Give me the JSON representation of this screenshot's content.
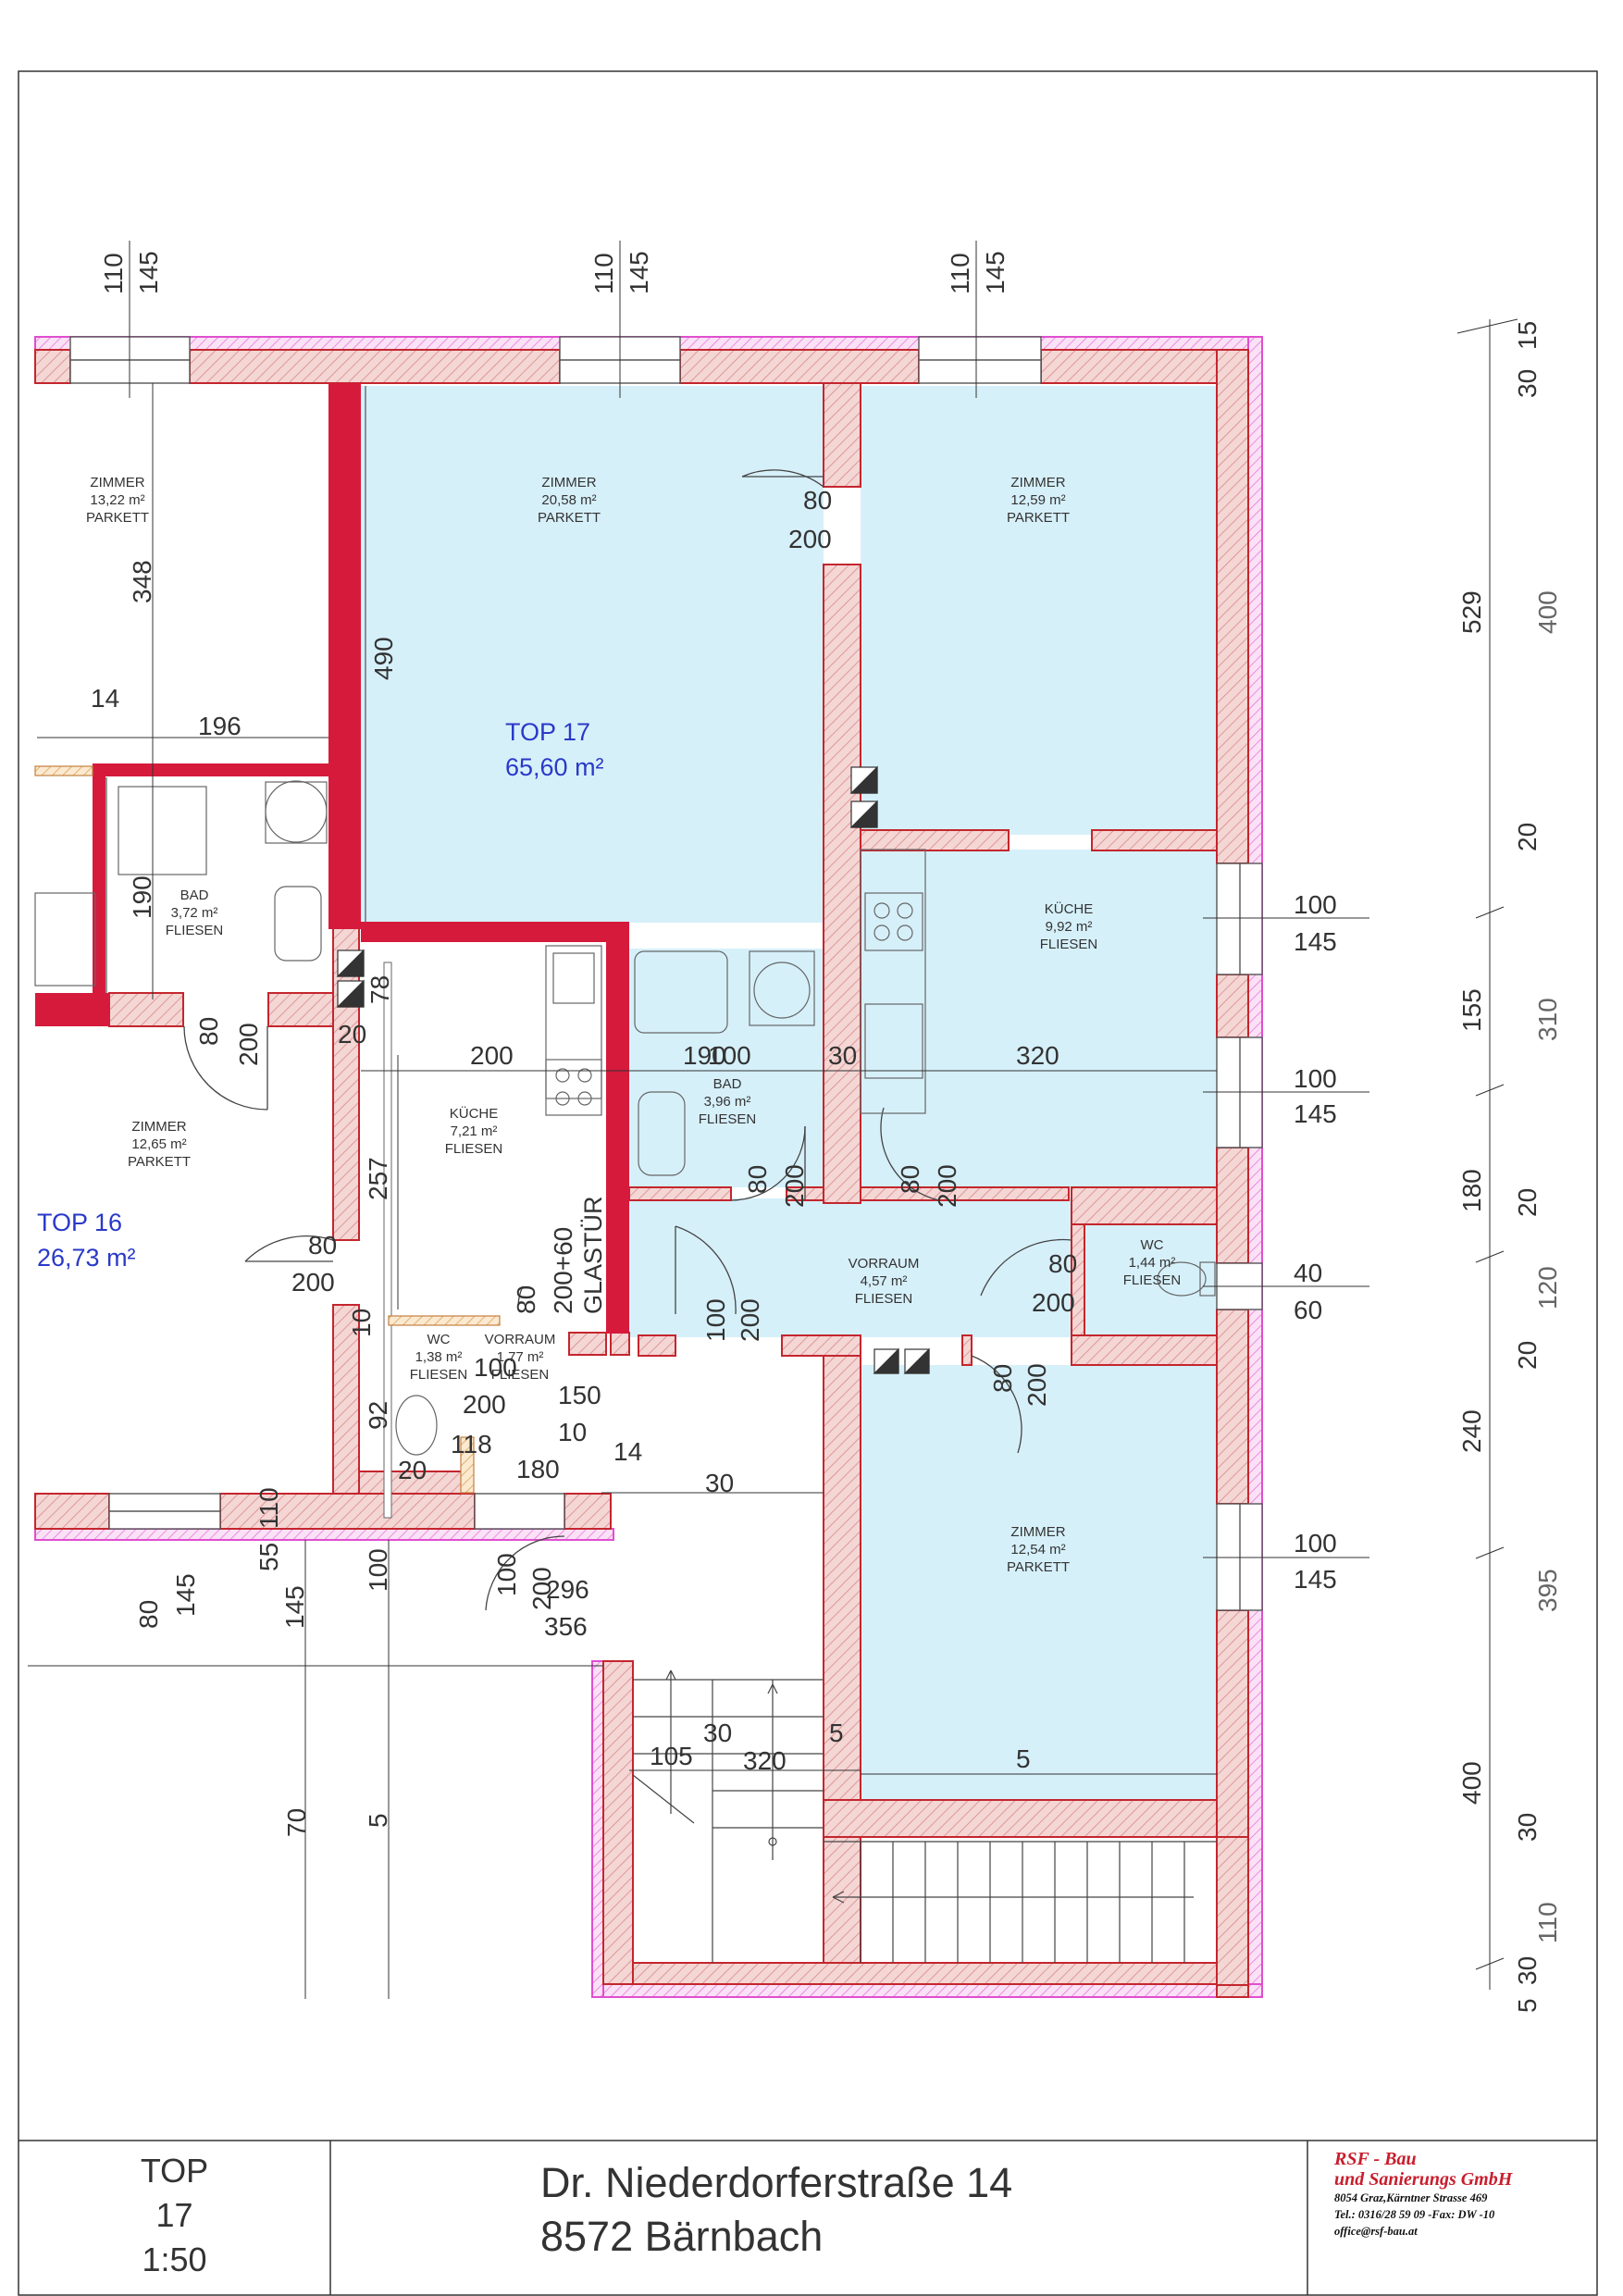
{
  "units": [
    {
      "name": "TOP 17",
      "area": "65,60 m²"
    },
    {
      "name": "TOP 16",
      "area": "26,73 m²"
    }
  ],
  "rooms": [
    {
      "id": "zimmer-top16-upper",
      "name": "ZIMMER",
      "area": "13,22 m²",
      "floor": "PARKETT"
    },
    {
      "id": "zimmer-20-58",
      "name": "ZIMMER",
      "area": "20,58 m²",
      "floor": "PARKETT"
    },
    {
      "id": "zimmer-12-59",
      "name": "ZIMMER",
      "area": "12,59 m²",
      "floor": "PARKETT"
    },
    {
      "id": "bad-3-72",
      "name": "BAD",
      "area": "3,72 m²",
      "floor": "FLIESEN"
    },
    {
      "id": "kueche-9-92",
      "name": "KÜCHE",
      "area": "9,92 m²",
      "floor": "FLIESEN"
    },
    {
      "id": "zimmer-12-65",
      "name": "ZIMMER",
      "area": "12,65 m²",
      "floor": "PARKETT"
    },
    {
      "id": "kueche-7-21",
      "name": "KÜCHE",
      "area": "7,21 m²",
      "floor": "FLIESEN"
    },
    {
      "id": "bad-3-96",
      "name": "BAD",
      "area": "3,96 m²",
      "floor": "FLIESEN"
    },
    {
      "id": "vorraum-4-57",
      "name": "VORRAUM",
      "area": "4,57 m²",
      "floor": "FLIESEN"
    },
    {
      "id": "wc-1-44",
      "name": "WC",
      "area": "1,44 m²",
      "floor": "FLIESEN"
    },
    {
      "id": "wc-1-38",
      "name": "WC",
      "area": "1,38 m²",
      "floor": "FLIESEN"
    },
    {
      "id": "vorraum-1-77",
      "name": "VORRAUM",
      "area": "1,77 m²",
      "floor": "FLIESEN"
    },
    {
      "id": "zimmer-12-54",
      "name": "ZIMMER",
      "area": "12,54 m²",
      "floor": "PARKETT"
    }
  ],
  "glass_door_label": "GLASTÜR",
  "dimensions": {
    "top_windows": [
      "110",
      "145"
    ],
    "right_total": [
      "529",
      "155",
      "180",
      "240",
      "400"
    ],
    "right_inner": [
      "30",
      "15",
      "400",
      "20",
      "310",
      "20",
      "120",
      "20",
      "395",
      "30",
      "110",
      "5",
      "30"
    ],
    "window_labels": [
      [
        "100",
        "145"
      ],
      [
        "100",
        "145"
      ],
      [
        "40",
        "60"
      ],
      [
        "100",
        "145"
      ]
    ],
    "interior": [
      "80",
      "200",
      "490",
      "348",
      "14",
      "196",
      "190",
      "80",
      "200",
      "20",
      "78",
      "200",
      "190",
      "100",
      "30",
      "320",
      "257",
      "80",
      "200",
      "80",
      "200",
      "80",
      "200",
      "80",
      "200",
      "200+60",
      "80",
      "10",
      "100",
      "200",
      "80",
      "200",
      "100",
      "200",
      "150",
      "10",
      "92",
      "118",
      "20",
      "180",
      "14",
      "30",
      "55",
      "110",
      "100",
      "145",
      "80",
      "145",
      "100",
      "200",
      "296",
      "356",
      "70",
      "5",
      "105",
      "30",
      "320",
      "5",
      "5"
    ]
  },
  "title_block": {
    "top_label": "TOP",
    "top_number": "17",
    "scale": "1:50",
    "address_line1": "Dr. Niederdorferstraße 14",
    "address_line2": "8572 Bärnbach",
    "company_name1": "RSF - Bau",
    "company_name2": "und Sanierungs GmbH",
    "company_line1": "8054 Graz,Kärntner Strasse 469",
    "company_line2": "Tel.: 0316/28 59 09  -Fax: DW -10",
    "company_line3": "office@rsf-bau.at"
  },
  "colors": {
    "room_fill": "#d6f0fa",
    "wall_fill": "#f2d2d0",
    "wall_stroke": "#c4262e",
    "party_wall": "#d61a3c",
    "outer_edge": "#e04fd0",
    "unit_label": "#2a39c8",
    "dim_text": "#333333"
  }
}
